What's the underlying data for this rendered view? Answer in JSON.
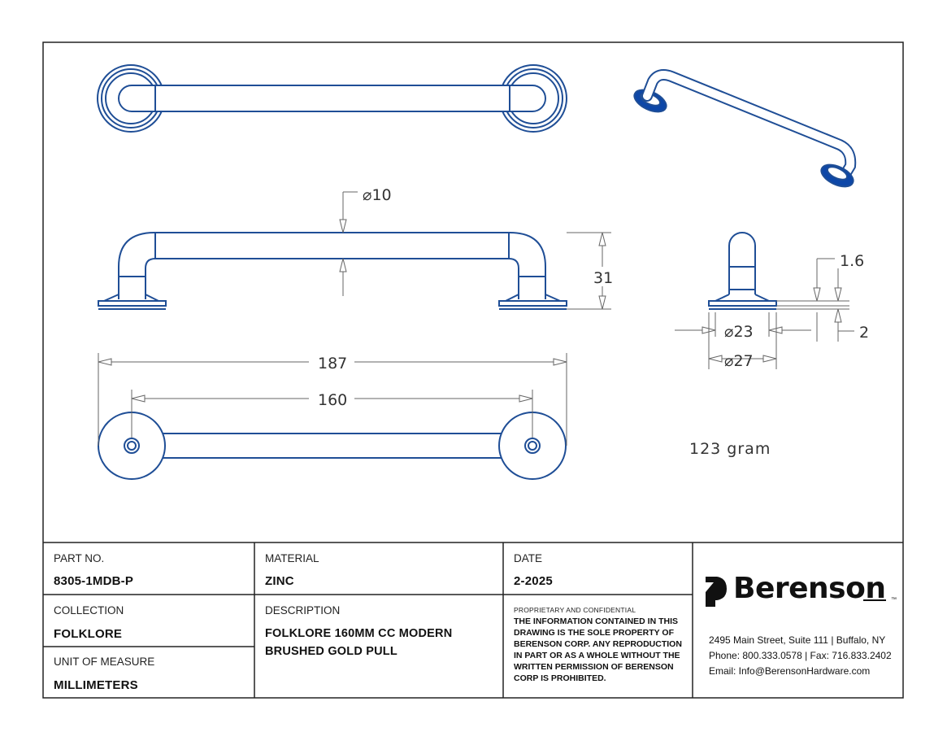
{
  "drawing": {
    "dimensions": {
      "diameter_bar": "⌀10",
      "height": "31",
      "overall_length": "187",
      "center_to_center": "160",
      "base_thickness": "1.6",
      "base_step": "2",
      "diameter_inner_base": "⌀23",
      "diameter_outer_base": "⌀27"
    },
    "weight": "123 gram"
  },
  "title_block": {
    "part_no_label": "PART NO.",
    "part_no_value": "8305-1MDB-P",
    "collection_label": "COLLECTION",
    "collection_value": "FOLKLORE",
    "unit_label": "UNIT OF MEASURE",
    "unit_value": "MILLIMETERS",
    "material_label": "MATERIAL",
    "material_value": "ZINC",
    "description_label": "DESCRIPTION",
    "description_line1": "FOLKLORE 160MM CC MODERN",
    "description_line2": "BRUSHED GOLD PULL",
    "date_label": "DATE",
    "date_value": "2-2025",
    "proprietary_label": "PROPRIETARY AND CONFIDENTIAL",
    "notice_lines": [
      "THE INFORMATION CONTAINED IN THIS",
      "DRAWING IS THE SOLE PROPERTY OF",
      "BERENSON CORP. ANY REPRODUCTION",
      "IN PART OR AS A WHOLE WITHOUT THE",
      "WRITTEN PERMISSION OF BERENSON",
      "CORP IS PROHIBITED."
    ]
  },
  "company": {
    "name": "Berenson",
    "trademark": "™",
    "address": "2495 Main Street, Suite 111 | Buffalo, NY",
    "phone": "Phone: 800.333.0578 | Fax: 716.833.2402",
    "email": "Email: Info@BerensonHardware.com"
  },
  "colors": {
    "line": "#1f4e96",
    "fill_dark": "#0d47a8",
    "dim": "#666666",
    "border": "#222222"
  }
}
